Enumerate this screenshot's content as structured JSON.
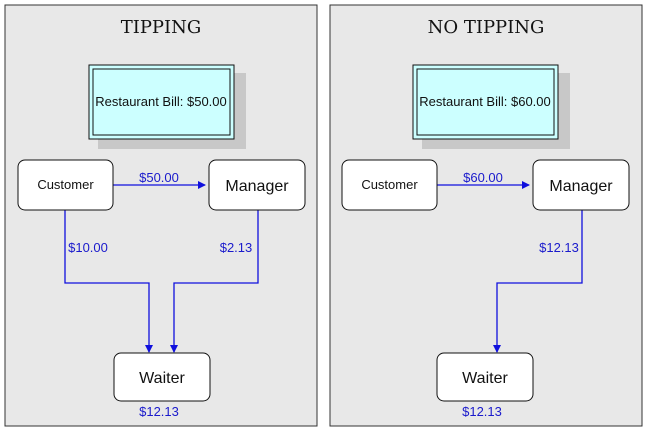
{
  "colors": {
    "panel_fill": "#e8e8e8",
    "panel_border": "#333333",
    "bill_fill": "#ccffff",
    "bill_shadow": "#c8c8c8",
    "arrow": "#1010dd",
    "label": "#1a1acc"
  },
  "tipping": {
    "title": "TIPPING",
    "bill": "Restaurant Bill: $50.00",
    "customer": "Customer",
    "manager": "Manager",
    "waiter": "Waiter",
    "customer_to_manager": "$50.00",
    "customer_to_waiter": "$10.00",
    "manager_to_waiter": "$2.13",
    "waiter_total": "$12.13"
  },
  "no_tipping": {
    "title": "NO TIPPING",
    "bill": "Restaurant Bill: $60.00",
    "customer": "Customer",
    "manager": "Manager",
    "waiter": "Waiter",
    "customer_to_manager": "$60.00",
    "manager_to_waiter": "$12.13",
    "waiter_total": "$12.13"
  }
}
